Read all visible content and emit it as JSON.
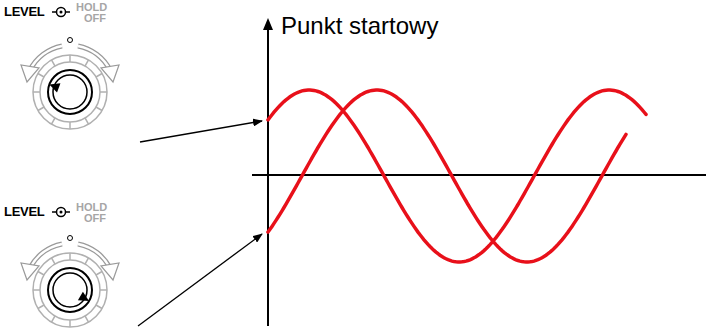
{
  "diagram": {
    "labels": [
      "LEVEL",
      "HOLD",
      "OFF",
      "Punkt startowy",
      "LEVEL",
      "HOLD",
      "OFF"
    ]
  }
}
